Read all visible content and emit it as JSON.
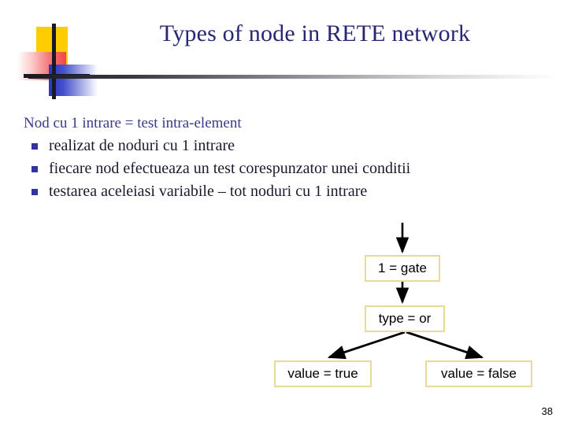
{
  "slide": {
    "title": "Types of node in RETE network",
    "page_number": "38",
    "colors": {
      "title": "#262673",
      "bullet": "#3333a0",
      "box_border": "#E8DC94",
      "logo_yellow": "#FFCC00",
      "logo_red": "#F04848",
      "logo_blue": "#2B35C0",
      "rule": "#1a1a24"
    }
  },
  "logo": {
    "yellow_square": "logo-yellow-square",
    "red_gradient": "logo-red-gradient",
    "blue_gradient": "logo-blue-gradient",
    "vertical_bar": "logo-vertical-bar",
    "horizontal_bar": "logo-horizontal-bar"
  },
  "body": {
    "lead": "Nod cu 1 intrare = test intra-element",
    "bullets": [
      "realizat de noduri cu 1 intrare",
      " fiecare nod efectueaza un test corespunzator unei conditii",
      "testarea aceleiasi variabile – tot noduri cu 1 intrare"
    ]
  },
  "diagram": {
    "type": "tree",
    "nodes": [
      {
        "id": "gate",
        "label": "1 = gate"
      },
      {
        "id": "type",
        "label": "type = or"
      },
      {
        "id": "true",
        "label": "value = true"
      },
      {
        "id": "false",
        "label": "value = false"
      }
    ],
    "edges": [
      {
        "from": "input",
        "to": "gate"
      },
      {
        "from": "gate",
        "to": "type"
      },
      {
        "from": "type",
        "to": "true"
      },
      {
        "from": "type",
        "to": "false"
      }
    ]
  }
}
